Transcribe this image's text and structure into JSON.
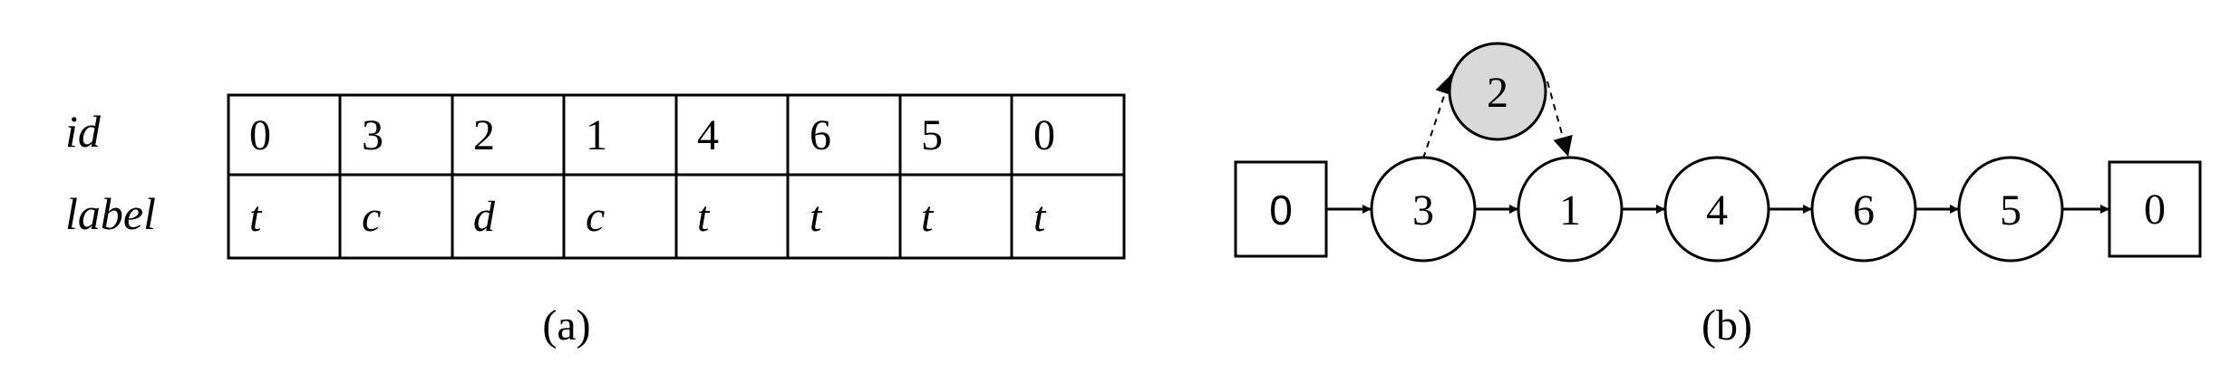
{
  "panel_a": {
    "row_labels": {
      "id": "id",
      "label": "label"
    },
    "ids": [
      "0",
      "3",
      "2",
      "1",
      "4",
      "6",
      "5",
      "0"
    ],
    "labels": [
      "t",
      "c",
      "d",
      "c",
      "t",
      "t",
      "t",
      "t"
    ],
    "caption": "(a)"
  },
  "panel_b": {
    "start_box": "0",
    "end_box": "0",
    "chain_nodes": [
      "3",
      "1",
      "4",
      "6",
      "5"
    ],
    "detour_node": "2",
    "caption": "(b)"
  },
  "colors": {
    "stroke": "#000000",
    "detour_fill": "#d9d9d9",
    "node_fill": "#ffffff"
  }
}
